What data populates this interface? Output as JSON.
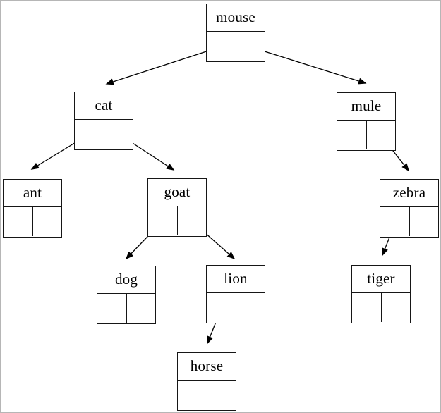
{
  "diagram": {
    "kind": "binary-tree-node-diagram",
    "colors": {
      "background": "#ffffff",
      "node_border": "#161616",
      "edge_line": "#000000",
      "frame_border": "#b6b6b6",
      "label_text": "#000000"
    },
    "nodes": [
      {
        "id": "mouse",
        "label": "mouse",
        "left_child": "cat",
        "right_child": "mule"
      },
      {
        "id": "cat",
        "label": "cat",
        "left_child": "ant",
        "right_child": "goat"
      },
      {
        "id": "mule",
        "label": "mule",
        "left_child": null,
        "right_child": "zebra"
      },
      {
        "id": "ant",
        "label": "ant",
        "left_child": null,
        "right_child": null
      },
      {
        "id": "goat",
        "label": "goat",
        "left_child": "dog",
        "right_child": "lion"
      },
      {
        "id": "zebra",
        "label": "zebra",
        "left_child": "tiger",
        "right_child": null
      },
      {
        "id": "dog",
        "label": "dog",
        "left_child": null,
        "right_child": null
      },
      {
        "id": "lion",
        "label": "lion",
        "left_child": "horse",
        "right_child": null
      },
      {
        "id": "tiger",
        "label": "tiger",
        "left_child": null,
        "right_child": null
      },
      {
        "id": "horse",
        "label": "horse",
        "left_child": null,
        "right_child": null
      }
    ],
    "edges": [
      {
        "from": "mouse",
        "pointer": "left",
        "to": "cat"
      },
      {
        "from": "mouse",
        "pointer": "right",
        "to": "mule"
      },
      {
        "from": "cat",
        "pointer": "left",
        "to": "ant"
      },
      {
        "from": "cat",
        "pointer": "right",
        "to": "goat"
      },
      {
        "from": "mule",
        "pointer": "right",
        "to": "zebra"
      },
      {
        "from": "goat",
        "pointer": "left",
        "to": "dog"
      },
      {
        "from": "goat",
        "pointer": "right",
        "to": "lion"
      },
      {
        "from": "zebra",
        "pointer": "left",
        "to": "tiger"
      },
      {
        "from": "lion",
        "pointer": "left",
        "to": "horse"
      }
    ]
  }
}
